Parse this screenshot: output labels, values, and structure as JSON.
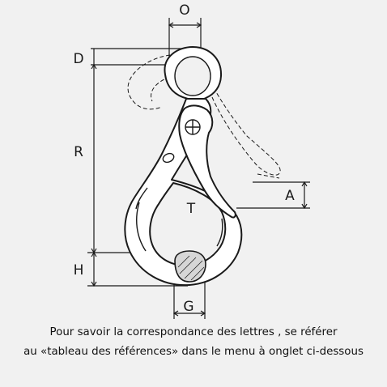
{
  "dimensions": {
    "O": "O",
    "D": "D",
    "R": "R",
    "A": "A",
    "T": "T",
    "H": "H",
    "G": "G"
  },
  "caption": {
    "line1": "Pour savoir la correspondance des lettres , se référer",
    "line2": "au «tableau des références» dans le menu à onglet ci-dessous"
  },
  "colors": {
    "background": "#f1f1f1",
    "ink": "#1a1a1a"
  }
}
